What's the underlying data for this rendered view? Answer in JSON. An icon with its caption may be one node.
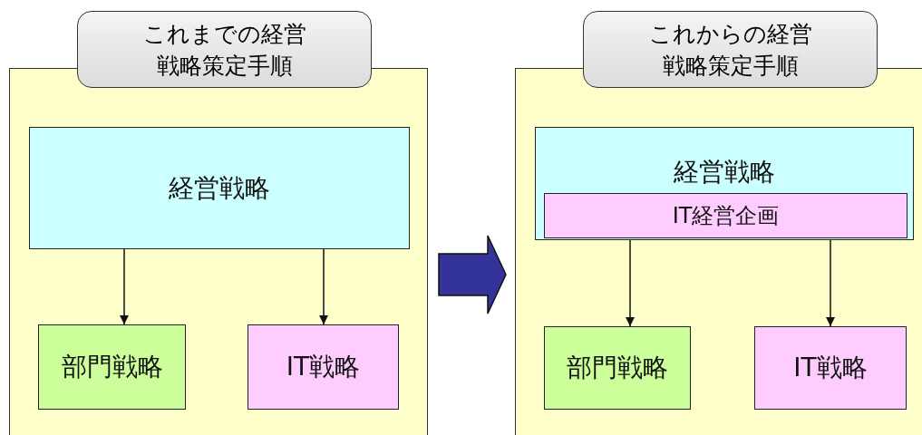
{
  "diagram": {
    "nodes": [
      {
        "text": [
          "これまでの経営戦略策定手順"
        ]
      },
      {
        "text": [
          "経営戦略"
        ],
        "in": 0
      },
      {
        "text": [
          "部門戦略"
        ],
        "in": 0
      },
      {
        "text": [
          "IT戦略"
        ],
        "in": 0
      },
      {
        "text": [
          "これからの経営戦略策定手順"
        ]
      },
      {
        "text": [
          "経営戦略"
        ],
        "in": 4
      },
      {
        "text": [
          "IT経営企画"
        ],
        "in": 5
      },
      {
        "text": [
          "部門戦略"
        ],
        "in": 4
      },
      {
        "text": [
          "IT戦略"
        ],
        "in": 4
      }
    ],
    "edges": [
      {
        "from": 1,
        "to": 2,
        "arrow": "to"
      },
      {
        "from": 1,
        "to": 3,
        "arrow": "to"
      },
      {
        "from": 0,
        "to": 4,
        "arrow": "to",
        "style": "thick",
        "color": "#333399"
      },
      {
        "from": 5,
        "to": 7,
        "arrow": "to"
      },
      {
        "from": 5,
        "to": 8,
        "arrow": "to"
      }
    ]
  }
}
